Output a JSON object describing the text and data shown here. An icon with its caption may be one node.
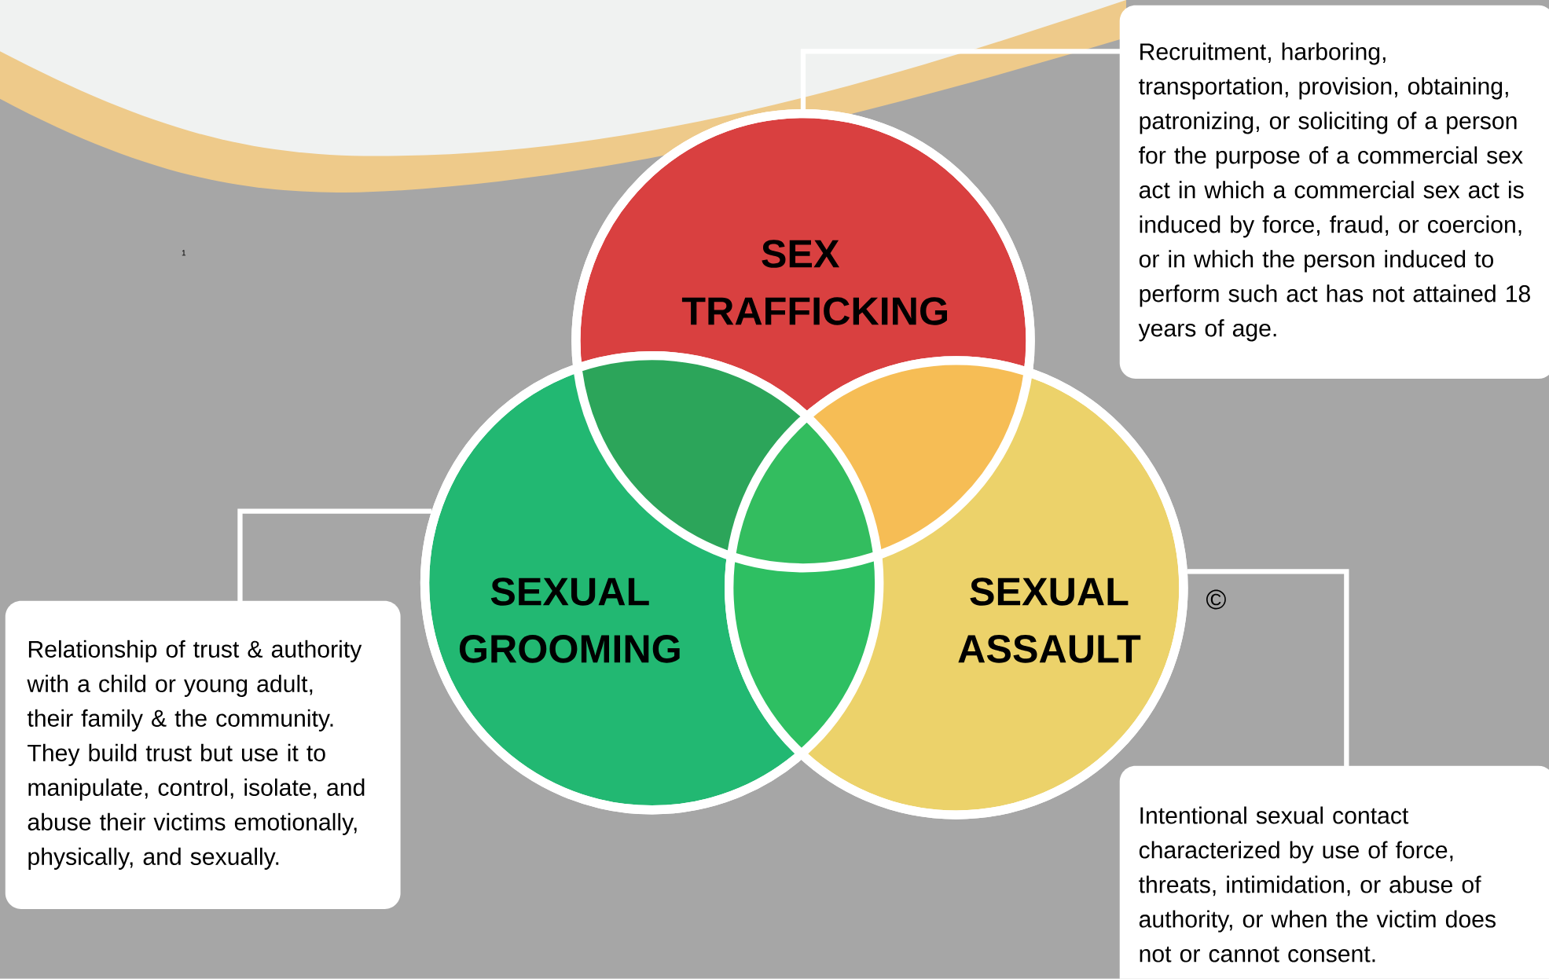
{
  "diagram": {
    "nodes": [
      {
        "text": [
          "SEX TRAFFICKING"
        ]
      },
      {
        "text": [
          "Recruitment, harboring, transportation, provision, obtaining, patronizing, or soliciting of a person for the purpose of a commercial sex act in which a commercial sex act is induced by force, fraud, or coercion, or in which the person induced to perform such act has not attained 18 years of age."
        ]
      },
      {
        "text": [
          "SEXUAL GROOMING"
        ]
      },
      {
        "text": [
          "Relationship of trust & authority with a child or young adult, their family & the community. They build trust but use it to manipulate, control, isolate, and abuse their victims emotionally, physically, and sexually."
        ]
      },
      {
        "text": [
          "SEXUAL ASSAULT"
        ]
      },
      {
        "text": [
          "Intentional sexual contact characterized by use of force, threats, intimidation, or abuse of authority, or when the victim does not or cannot consent."
        ]
      }
    ],
    "edges": [
      {
        "from": 1,
        "to": 0,
        "arrow": "none"
      },
      {
        "from": 3,
        "to": 2,
        "arrow": "none"
      },
      {
        "from": 5,
        "to": 4,
        "arrow": "none"
      }
    ],
    "labels": [
      "1",
      "©"
    ]
  }
}
